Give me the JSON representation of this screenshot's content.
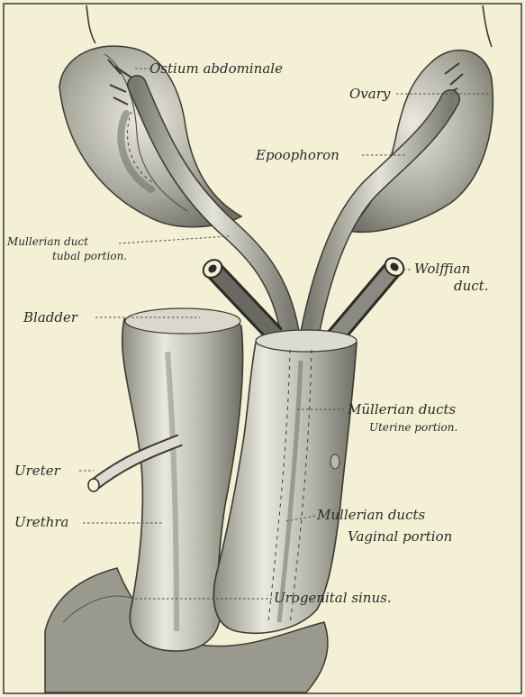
{
  "labels": {
    "ostium": "Ostium abdominale",
    "ovary": "Ovary",
    "epoophoron": "Epoophoron",
    "mullerian_tubal_1": "Mullerian duct",
    "mullerian_tubal_2": "tubal portion.",
    "wolffian_1": "Wolffian",
    "wolffian_2": "duct.",
    "bladder": "Bladder",
    "mullerian_uterine_1": "Müllerian ducts",
    "mullerian_uterine_2": "Uterine portion.",
    "ureter": "Ureter",
    "urethra": "Urethra",
    "mullerian_vaginal_1": "Mullerian ducts",
    "mullerian_vaginal_2": "Vaginal portion",
    "urogenital": "Urogenital sinus."
  }
}
